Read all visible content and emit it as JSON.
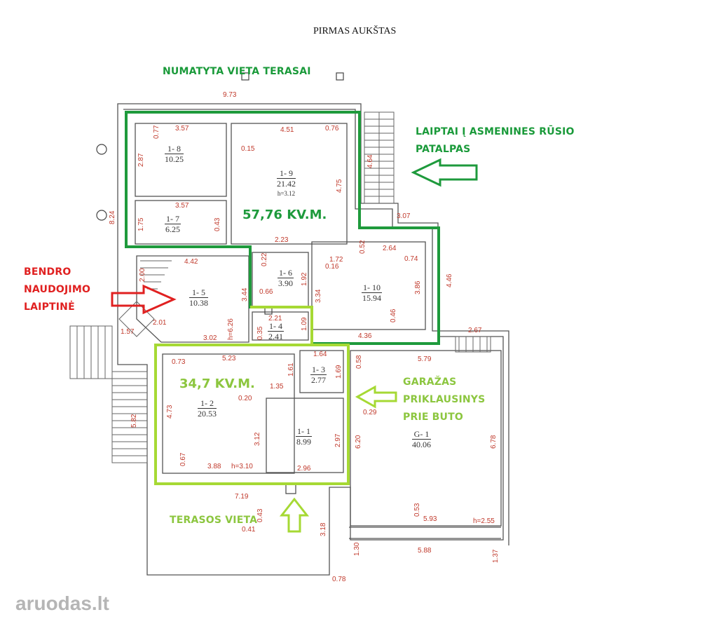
{
  "heading": "PIRMAS AUKŠTAS",
  "annotations": {
    "terrace_planned": "NUMATYTA VIETA TERASAI",
    "stairs_storage_1": "LAIPTAI Į ASMENINES RŪSIO",
    "stairs_storage_2": "PATALPAS",
    "common_stair_1": "BENDRO",
    "common_stair_2": "NAUDOJIMO",
    "common_stair_3": "LAIPTINĖ",
    "garage_1": "GARAŽAS",
    "garage_2": "PRIKLAUSINYS",
    "garage_3": "PRIE  BUTO",
    "terrace_place": "TERASOS VIETA",
    "area_upper": "57,76 KV.M.",
    "area_lower": "34,7 KV.M."
  },
  "rooms": [
    {
      "id": "1- 8",
      "area": "10.25"
    },
    {
      "id": "1- 9",
      "area": "21.42",
      "height": "h=3.12"
    },
    {
      "id": "1- 7",
      "area": "6.25"
    },
    {
      "id": "1- 5",
      "area": "10.38"
    },
    {
      "id": "1- 6",
      "area": "3.90"
    },
    {
      "id": "1- 10",
      "area": "15.94"
    },
    {
      "id": "1- 4",
      "area": "2.41"
    },
    {
      "id": "1- 3",
      "area": "2.77"
    },
    {
      "id": "1- 2",
      "area": "20.53"
    },
    {
      "id": "1- 1",
      "area": "8.99"
    },
    {
      "id": "G- 1",
      "area": "40.06"
    }
  ],
  "dimensions": {
    "d973": "9.73",
    "d357a": "3.57",
    "d451": "4.51",
    "d076": "0.76",
    "d077": "0.77",
    "d287": "2.87",
    "d015": "0.15",
    "d475": "4.75",
    "d464": "4.64",
    "d824": "8.24",
    "d357b": "3.57",
    "d175": "1.75",
    "d043": "0.43",
    "d307": "3.07",
    "d223": "2.23",
    "d052": "0.52",
    "d264": "2.64",
    "d172": "1.72",
    "d016": "0.16",
    "d074": "0.74",
    "d442": "4.42",
    "d022": "0.22",
    "d192": "1.92",
    "d200": "2.00",
    "d066": "0.66",
    "d334": "3.34",
    "d386": "3.86",
    "d446": "4.46",
    "d344": "3.44",
    "d221": "2.21",
    "d046": "0.46",
    "d201": "2.01",
    "d157": "1.57",
    "d302": "3.02",
    "h626": "h=6.26",
    "d035": "0.35",
    "d109": "1.09",
    "d436": "4.36",
    "d267": "2.67",
    "d164": "1.64",
    "d058": "0.58",
    "d579": "5.79",
    "d073": "0.73",
    "d523": "5.23",
    "d161": "1.61",
    "d169": "1.69",
    "d135": "1.35",
    "d020": "0.20",
    "d029": "0.29",
    "d473": "4.73",
    "d312": "3.12",
    "d297": "2.97",
    "d620": "6.20",
    "d678": "6.78",
    "d582": "5.82",
    "d067": "0.67",
    "d388": "3.88",
    "h310": "h=3.10",
    "d296": "2.96",
    "d719": "7.19",
    "d043b": "0.43",
    "d041": "0.41",
    "d318": "3.18",
    "d053": "0.53",
    "d593": "5.93",
    "h255": "h=2.55",
    "d130": "1.30",
    "d588": "5.88",
    "d137": "1.37",
    "d078": "0.78"
  },
  "watermark": "aruodas.lt",
  "colors": {
    "dark_green": "#1e9a3c",
    "lime": "#a6d934",
    "red": "#e02020",
    "dim_red": "#c0392b",
    "wall": "#555555"
  }
}
